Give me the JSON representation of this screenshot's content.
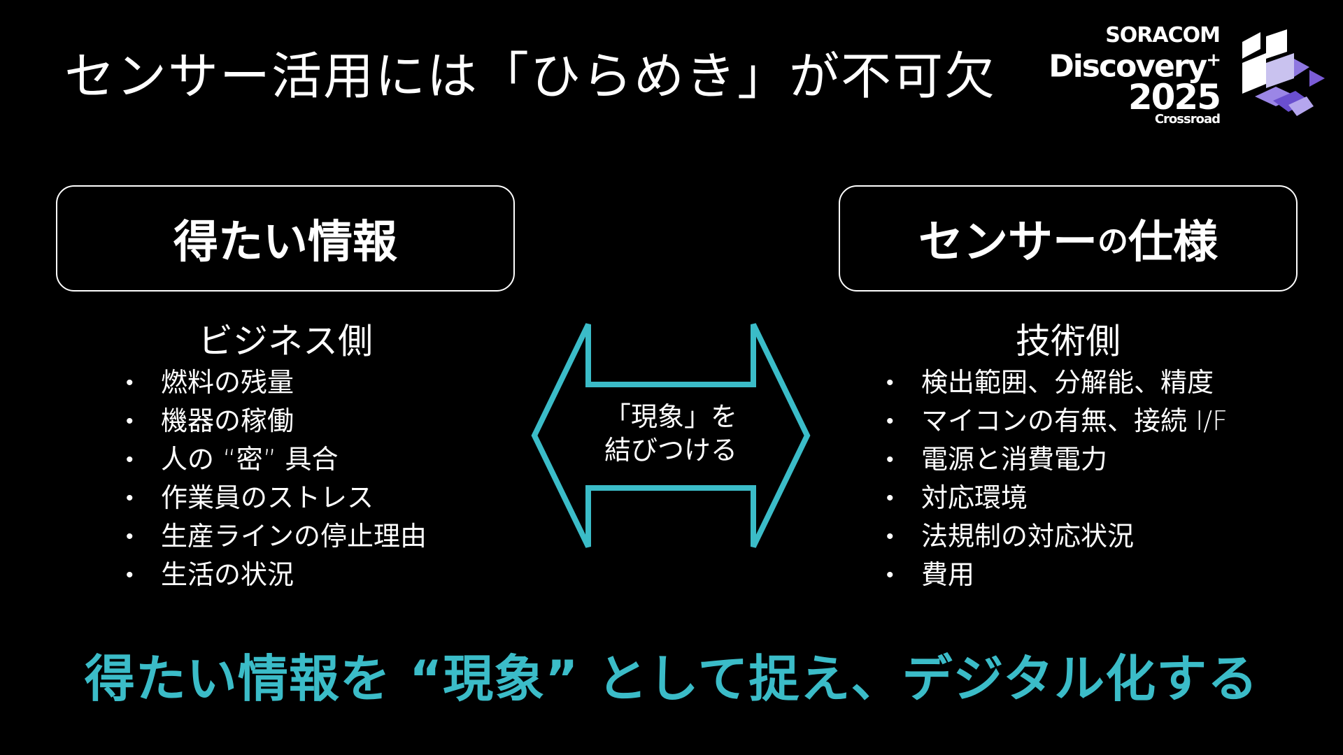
{
  "title": "センサー活用には「ひらめき」が不可欠",
  "logo": {
    "line1": "SORACOM",
    "line2": "Discovery",
    "plus": "+",
    "year": "2025",
    "subtitle": "Crossroad"
  },
  "left": {
    "heading": "得たい情報",
    "side_label": "ビジネス側",
    "items": [
      "燃料の残量",
      "機器の稼働",
      "人の “密” 具合",
      "作業員のストレス",
      "生産ラインの停止理由",
      "生活の状況"
    ]
  },
  "right": {
    "heading_main": "センサー",
    "heading_no": "の",
    "heading_end": "仕様",
    "side_label": "技術側",
    "items": [
      "検出範囲、分解能、精度",
      "マイコンの有無、接続 I/F",
      "電源と消費電力",
      "対応環境",
      "法規制の対応状況",
      "費用"
    ]
  },
  "center": {
    "line1": "「現象」を",
    "line2": "結びつける"
  },
  "tagline": "得たい情報を “現象” として捉え、デジタル化する",
  "colors": {
    "background": "#000000",
    "accent": "#3bbcc8",
    "logo_purple": "#7b5cd6"
  }
}
